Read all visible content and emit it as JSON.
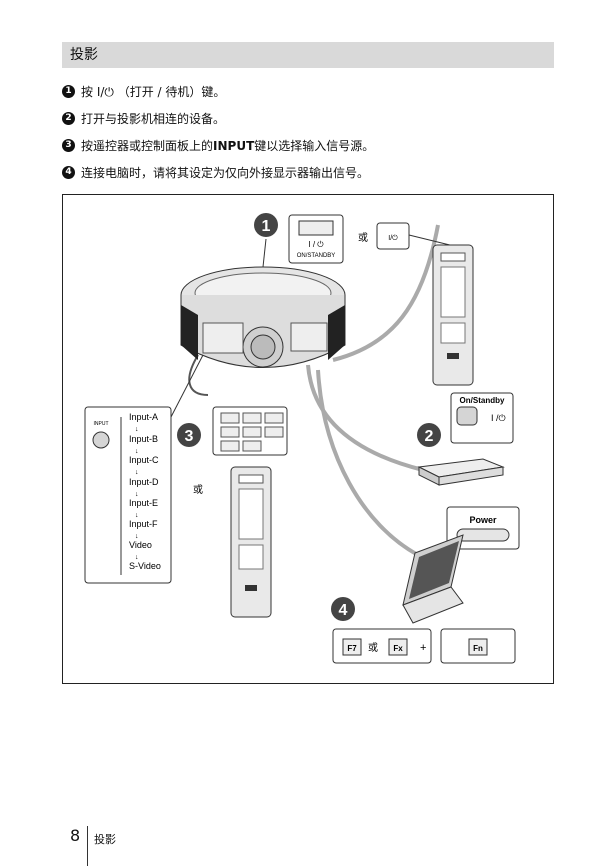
{
  "section_title": "投影",
  "steps": [
    {
      "num": "1",
      "text": "按 I/⏻ （打开 / 待机）键。"
    },
    {
      "num": "2",
      "text": "打开与投影机相连的设备。"
    },
    {
      "num": "3",
      "pre": "按遥控器或控制面板上的 ",
      "bold": "INPUT",
      "post": " 键以选择输入信号源。"
    },
    {
      "num": "4",
      "text": "连接电脑时，请将其设定为仅向外接显示器输出信号。"
    }
  ],
  "figure": {
    "callout_1": "1",
    "callout_2": "2",
    "callout_3": "3",
    "callout_4": "4",
    "panel_button_label": "I / ⏻",
    "panel_button_sub": "ON/STANDBY",
    "or_1": "或",
    "remote_button_label": "I/⏻",
    "device_label": "On/Standby",
    "device_button_label": "I /⏻",
    "input_label": "INPUT",
    "input_sequence": [
      "Input-A",
      "Input-B",
      "Input-C",
      "Input-D",
      "Input-E",
      "Input-F",
      "Video",
      "S-Video"
    ],
    "arrow_glyph": "↓",
    "or_2": "或",
    "power_label": "Power",
    "key_f7": "F7",
    "or_3": "或",
    "key_fx": "Fx",
    "plus": "+",
    "key_fn": "Fn"
  },
  "footer": {
    "page_number": "8",
    "section": "投影"
  }
}
